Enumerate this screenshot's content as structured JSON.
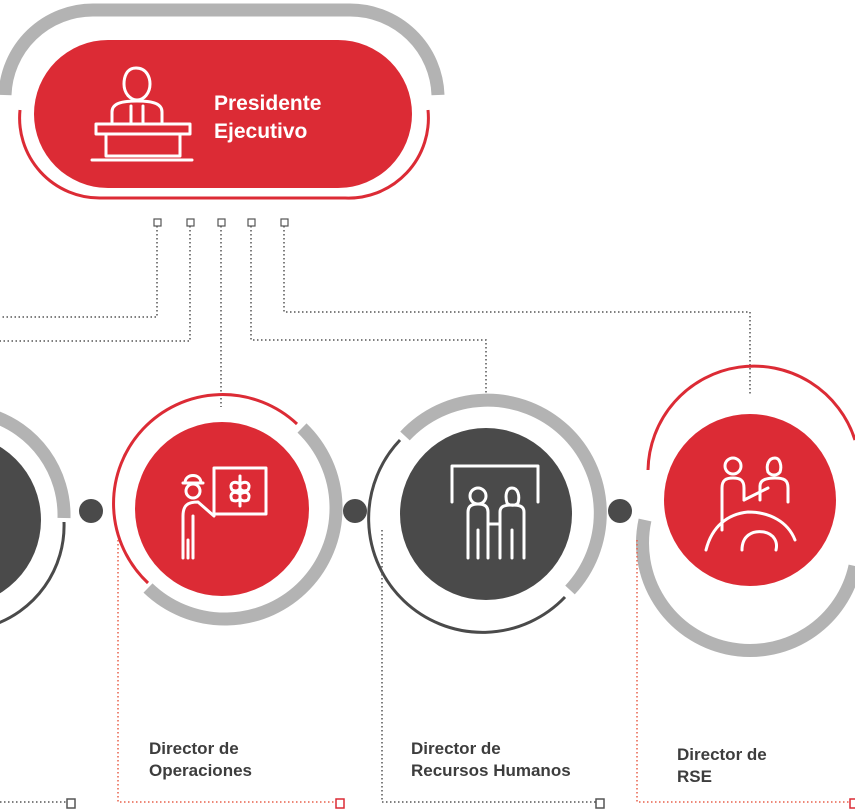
{
  "top_node": {
    "title_line1": "Presidente",
    "title_line2": "Ejecutivo",
    "icon": "speaker-at-podium-icon"
  },
  "nodes": [
    {
      "id": "director-1",
      "line1": "",
      "line2": "",
      "icon": "unknown-icon",
      "circle_color": "#4a4a4a"
    },
    {
      "id": "director-operaciones",
      "line1": "Director de",
      "line2": "Operaciones",
      "icon": "farmer-presentation-icon",
      "circle_color": "#dc2b35"
    },
    {
      "id": "director-recursos-humanos",
      "line1": "Director de",
      "line2": "Recursos Humanos",
      "icon": "two-people-board-icon",
      "circle_color": "#4a4a4a"
    },
    {
      "id": "director-rse",
      "line1": "Director de",
      "line2": "RSE",
      "icon": "community-people-icon",
      "circle_color": "#dc2b35"
    }
  ],
  "colors": {
    "red": "#dc2b35",
    "dark_gray": "#4a4a4a",
    "light_gray": "#b3b3b3",
    "connector": "#555555",
    "text": "#3d3d3d"
  }
}
